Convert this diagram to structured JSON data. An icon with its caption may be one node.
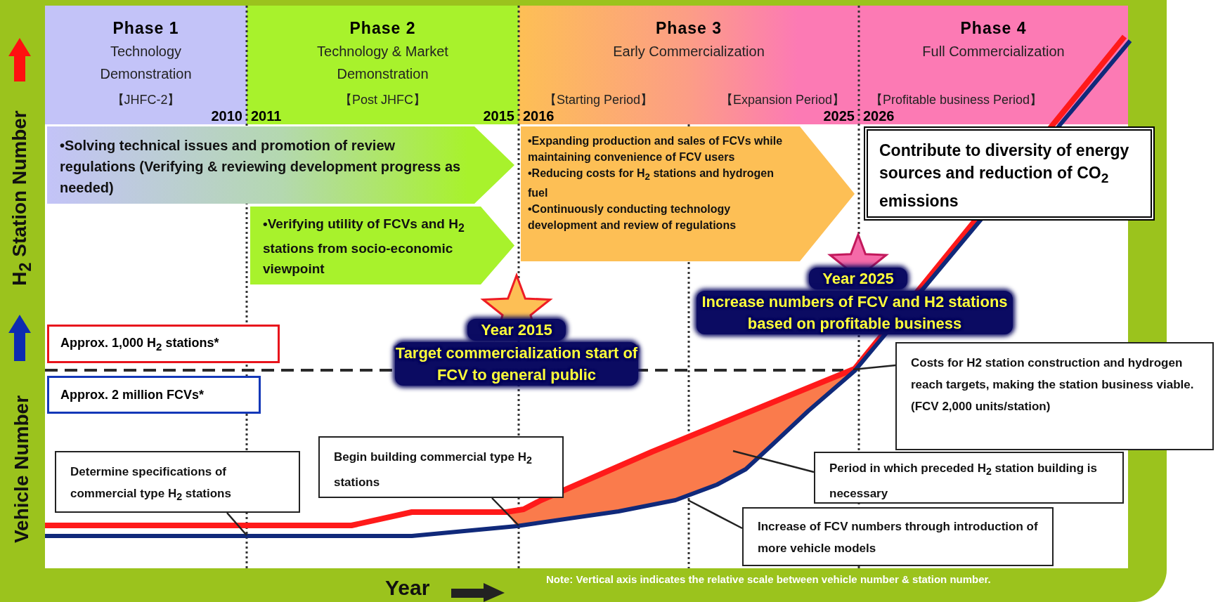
{
  "diagram": {
    "nodes": [
      {
        "text": [
          "Phase 1",
          "Technology Demonstration",
          "【JHFC-2】",
          "2010"
        ]
      },
      {
        "text": [
          "Phase 2",
          "Technology & Market Demonstration",
          "【Post JHFC】",
          "2011",
          "2015"
        ]
      },
      {
        "text": [
          "Phase 3",
          "Early Commercialization",
          "【Starting Period】",
          "【Expansion Period】",
          "2016",
          "2025"
        ]
      },
      {
        "text": [
          "Phase 4",
          "Full Commercialization",
          "【Profitable business Period】",
          "2026"
        ]
      },
      {
        "text": [
          "•Solving technical issues and promotion of review regulations (Verifying & reviewing development progress as needed)"
        ]
      },
      {
        "text": [
          "•Expanding production and sales of FCVs while maintaining convenience of FCV users",
          "•Reducing costs for H$_{2}$ stations and hydrogen fuel",
          "•Continuously conducting technology development and review of regulations"
        ]
      },
      {
        "text": [
          "Contribute to diversity of energy sources and reduction of CO$_{2}$ emissions"
        ]
      },
      {
        "text": [
          "•Verifying utility of FCVs and H$_{2}$ stations from socio-economic viewpoint"
        ]
      },
      {
        "text": [
          "Approx. 1,000 H$_{2}$ stations*"
        ]
      },
      {
        "text": [
          "Approx. 2 million FCVs*"
        ]
      },
      {
        "text": [
          "Costs for H2 station construction and hydrogen reach targets, making the station business viable.",
          "(FCV 2,000 units/station)"
        ]
      },
      {
        "text": [
          "Begin building commercial type H$_{2}$ stations"
        ]
      },
      {
        "text": [
          "Determine specifications of commercial type H$_{2}$ stations"
        ]
      },
      {
        "text": [
          "Period in which preceded H$_{2}$ station building is necessary"
        ]
      },
      {
        "text": [
          "Increase of FCV numbers through introduction of more vehicle models"
        ]
      }
    ],
    "edges": [
      {
        "from": 10,
        "to": null,
        "arrow": "none"
      },
      {
        "from": 11,
        "to": null,
        "arrow": "none"
      },
      {
        "from": 12,
        "to": null,
        "arrow": "none"
      },
      {
        "from": 13,
        "to": null,
        "arrow": "none"
      },
      {
        "from": 14,
        "to": null,
        "arrow": "none"
      }
    ],
    "labels": [
      "H$_{2}$ Station Number",
      "Vehicle Number",
      "Year 2025",
      "Increase numbers of FCV and H2 stations based on profitable business",
      "Year 2015",
      "Target commercialization start of FCV to general public",
      "Year",
      "Note: Vertical axis indicates the relative scale between vehicle number & station number."
    ]
  }
}
